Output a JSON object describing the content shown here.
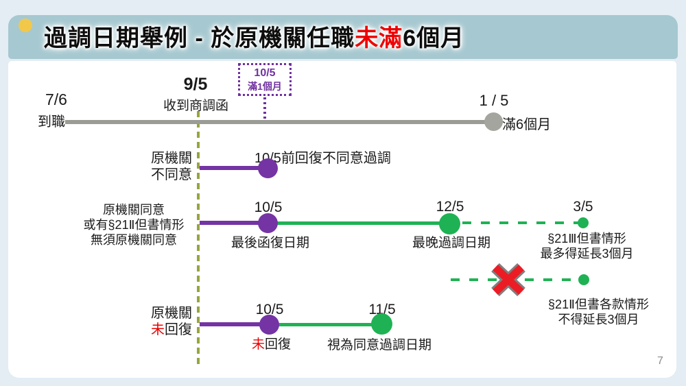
{
  "slide": {
    "title_prefix": "過調日期舉例 - 於原機關任職",
    "title_highlight": "未滿",
    "title_suffix": "6個月",
    "page_number": "7"
  },
  "colors": {
    "header_bg": "#a6c8d0",
    "page_bg": "#e4edf4",
    "purple": "#7434a4",
    "green": "#1fb254",
    "gray_line": "#9c9c96",
    "olive": "#98a440",
    "red": "#ee0000",
    "yellow_bullet": "#f2c84b",
    "x_red": "#ec1c24"
  },
  "timeline": {
    "start_date": "7/6",
    "start_label": "到職",
    "receive_date": "9/5",
    "receive_label": "收到商調函",
    "one_month_date": "10/5",
    "one_month_label": "滿1個月",
    "six_month_date": "1 / 5",
    "six_month_label": "滿6個月"
  },
  "row_disagree": {
    "label_line1": "原機關",
    "label_line2": "不同意",
    "annotation": "10/5前回復不同意過調"
  },
  "row_agree": {
    "label_line1": "原機關同意",
    "label_line2": "或有§21Ⅱ但書情形",
    "label_line3": "無須原機關同意",
    "reply_date": "10/5",
    "reply_label": "最後函復日期",
    "transfer_date": "12/5",
    "transfer_label": "最晚過調日期",
    "extension_date": "3/5",
    "extension_label_line1": "§21Ⅲ但書情形",
    "extension_label_line2": "最多得延長3個月"
  },
  "row_forbidden": {
    "label_line1": "§21Ⅱ但書各款情形",
    "label_line2": "不得延長3個月"
  },
  "row_noreply": {
    "label_line1": "原機關",
    "label_line2_red": "未",
    "label_line2_rest": "回復",
    "reply_date": "10/5",
    "reply_red": "未",
    "reply_rest": "回復",
    "deemed_date": "11/5",
    "deemed_label": "視為同意過調日期"
  }
}
